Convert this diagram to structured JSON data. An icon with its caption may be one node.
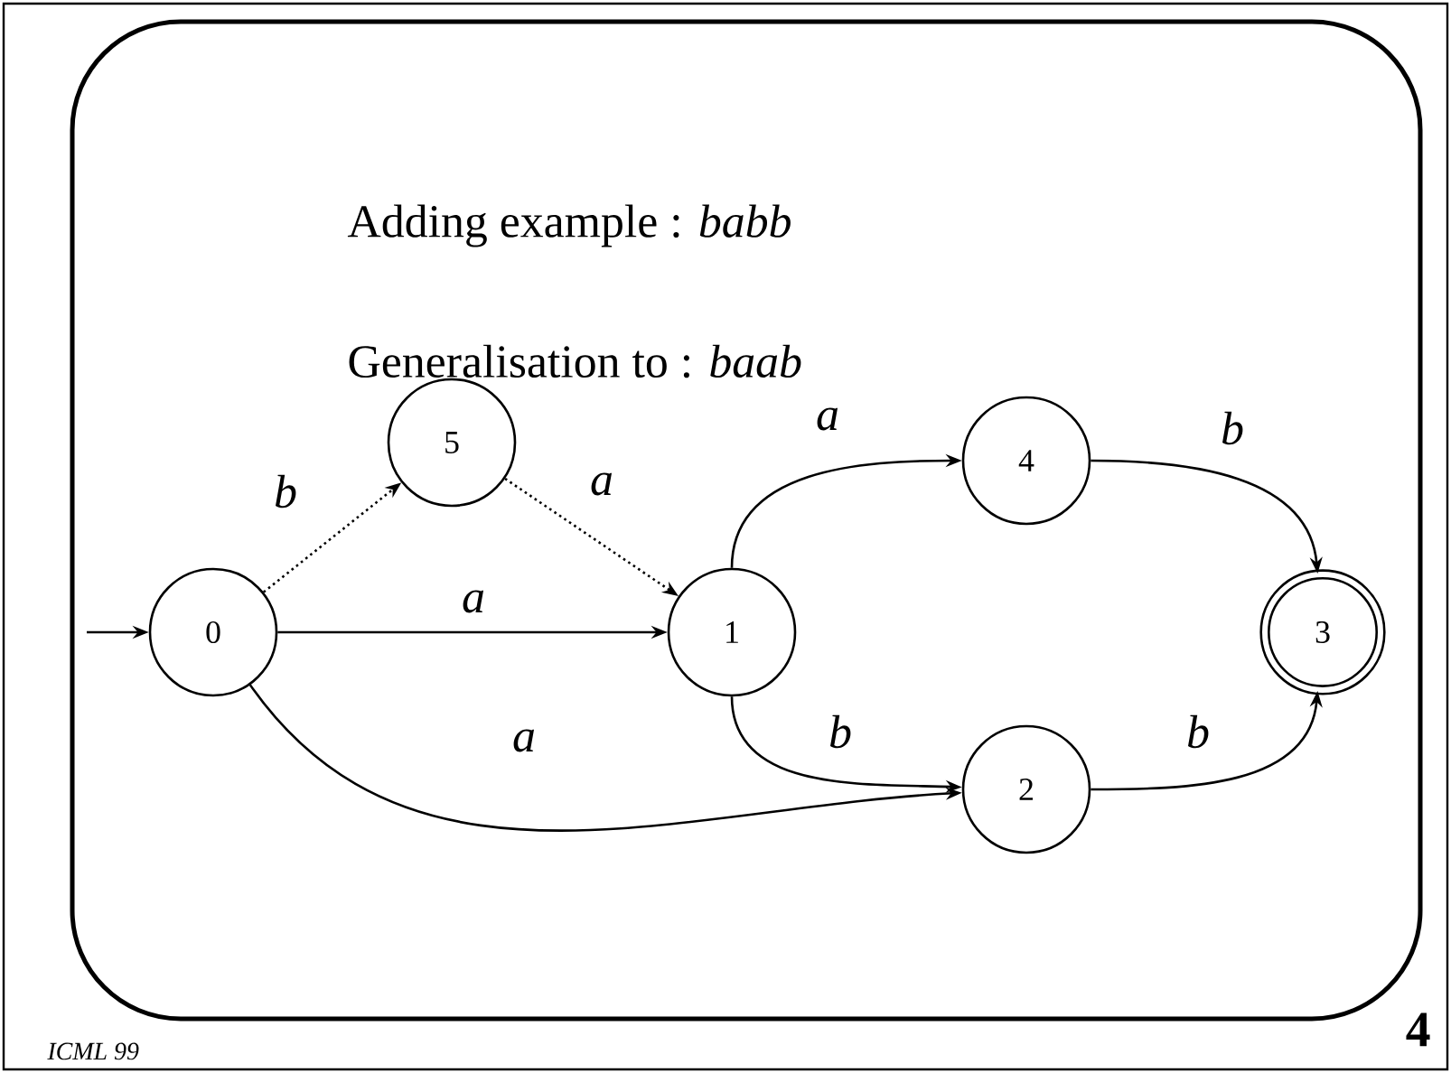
{
  "diagram": {
    "title": "Adding example : *babb*",
    "nodes": [
      {
        "text": [
          "0"
        ]
      },
      {
        "text": [
          "5"
        ]
      },
      {
        "text": [
          "1"
        ]
      },
      {
        "text": [
          "4"
        ]
      },
      {
        "text": [
          "3"
        ]
      },
      {
        "text": [
          "2"
        ]
      }
    ],
    "edges": [
      {
        "from": null,
        "to": 0,
        "arrow": "to"
      },
      {
        "from": 0,
        "to": 1,
        "arrow": "to",
        "label": "b",
        "style": "dashed"
      },
      {
        "from": 1,
        "to": 2,
        "arrow": "to",
        "label": "a",
        "style": "dashed"
      },
      {
        "from": 0,
        "to": 2,
        "arrow": "to",
        "label": "a"
      },
      {
        "from": 0,
        "to": 5,
        "arrow": "to",
        "label": "a"
      },
      {
        "from": 2,
        "to": 3,
        "arrow": "to",
        "label": "a"
      },
      {
        "from": 2,
        "to": 5,
        "arrow": "to",
        "label": "b"
      },
      {
        "from": 3,
        "to": 4,
        "arrow": "to",
        "label": "b"
      },
      {
        "from": 5,
        "to": 4,
        "arrow": "to",
        "label": "b"
      }
    ],
    "labels": [
      "Generalisation to : *baab*",
      "ICML 99",
      "4"
    ]
  }
}
